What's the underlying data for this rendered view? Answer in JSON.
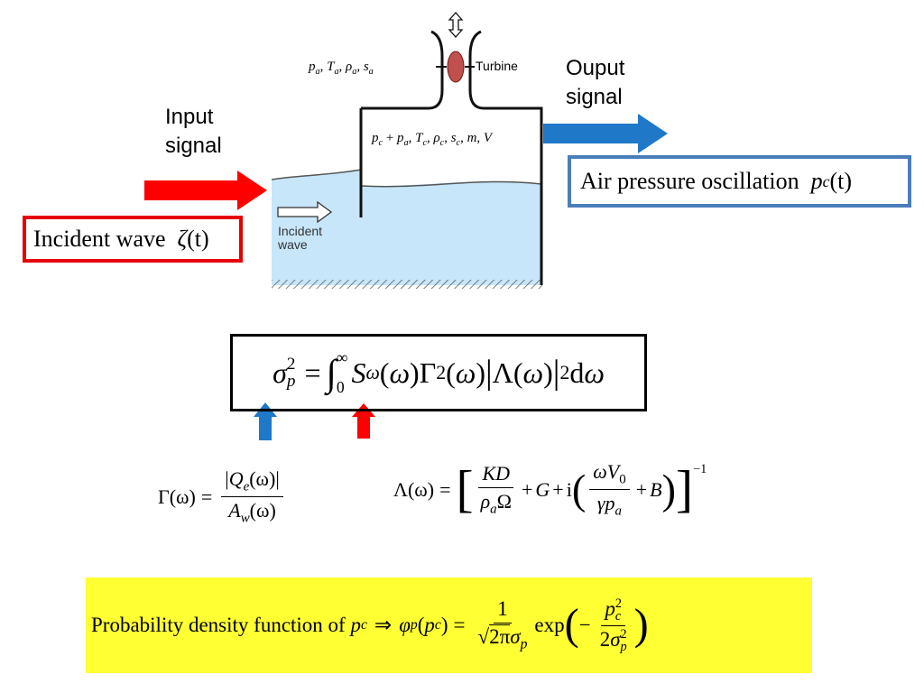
{
  "labels": {
    "input_signal": [
      "Input",
      "signal"
    ],
    "output_signal": [
      "Ouput",
      "signal"
    ],
    "turbine": "Turbine",
    "incident_wave_inner": [
      "Incident",
      "wave"
    ]
  },
  "incident_box": {
    "text": "Incident wave",
    "symbol": "ζ",
    "arg": "(t)"
  },
  "airp_box": {
    "text": "Air pressure oscillation",
    "symbol": "p",
    "sub": "c",
    "arg": "(t)"
  },
  "ambient_vars": {
    "p": "p",
    "T": "T",
    "rho": "ρ",
    "s": "s",
    "sub": "a",
    "sep": ","
  },
  "chamber_vars": {
    "p": "p",
    "pa": "p",
    "T": "T",
    "rho": "ρ",
    "s": "s",
    "m": "m",
    "V": "V",
    "sub_c": "c",
    "sub_a": "a",
    "plus": "+",
    "sep": ","
  },
  "sigma_eq": {
    "sigma": "σ",
    "sub_p": "p",
    "sup_2": "2",
    "equals": "=",
    "integral": "∫",
    "lower": "0",
    "upper": "∞",
    "S": "S",
    "omega": "ω",
    "sub_omega": "ω",
    "Gamma": "Γ",
    "Lambda": "Λ",
    "d": "d",
    "open": "(",
    "close": ")",
    "bar": "|"
  },
  "gamma_eq": {
    "lhs": "Γ(ω)",
    "equals": "=",
    "num_Q": "Q",
    "num_sub": "e",
    "num_arg": "(ω)",
    "den_A": "A",
    "den_sub": "w",
    "den_arg": "(ω)",
    "bar": "|"
  },
  "lambda_eq": {
    "lhs": "Λ(ω)",
    "equals": "=",
    "KD": "KD",
    "rho": "ρ",
    "rho_sub": "a",
    "Omega": "Ω",
    "plus": "+",
    "G": "G",
    "i": "i",
    "omega": "ω",
    "V": "V",
    "V_sub": "0",
    "gamma": "γ",
    "p": "p",
    "p_sub": "a",
    "B": "B",
    "exp": "−1",
    "lbrack": "[",
    "rbrack": "]",
    "lparen": "(",
    "rparen": ")"
  },
  "pdf_eq": {
    "text": "Probability density function of",
    "p": "p",
    "sub_c": "c",
    "implies": "⇒",
    "phi": "φ",
    "phi_sub": "p",
    "equals": "=",
    "one": "1",
    "sqrt": "√",
    "two_pi": "2π",
    "sigma": "σ",
    "sigma_sub": "p",
    "exp": "exp",
    "minus": "−",
    "num_p": "p",
    "num_sub": "c",
    "num_sup": "2",
    "den_2": "2",
    "den_sigma": "σ",
    "den_sub": "p",
    "den_sup": "2",
    "lparen": "(",
    "rparen": ")"
  },
  "colors": {
    "input_arrow": "#ff0000",
    "output_arrow": "#1f78c8",
    "incident_box_border": "#e60000",
    "airp_box_border": "#4a7ebb",
    "water": "#c7e6fa",
    "turbine": "#c0504d",
    "pdf_bg": "#ffff33",
    "blue_small_arrow": "#1f78c8",
    "red_small_arrow": "#ff0000"
  }
}
